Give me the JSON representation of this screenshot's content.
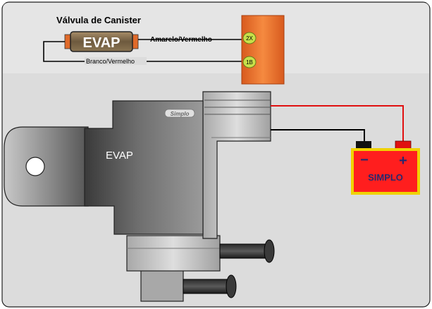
{
  "title": "Válvula de Canister",
  "valve_small_label": "EVAP",
  "valve_body_label": "EVAP",
  "brand_tag": "Simplo",
  "wires": {
    "top_label": "Amarelo/Vermelho",
    "bottom_label": "Branco/Vermelho"
  },
  "connector": {
    "pin_top": "2X",
    "pin_bottom": "1B"
  },
  "battery": {
    "label": "SIMPLO",
    "minus": "−",
    "plus": "+"
  },
  "colors": {
    "background": "#dcdcdc",
    "connector": "#f07a32",
    "pin": "#c8e04a",
    "battery": "#ff1e1e",
    "battery_border": "#f0d200",
    "battery_text": "#28286e",
    "wire_red": "#e01010",
    "wire_black": "#000000"
  }
}
